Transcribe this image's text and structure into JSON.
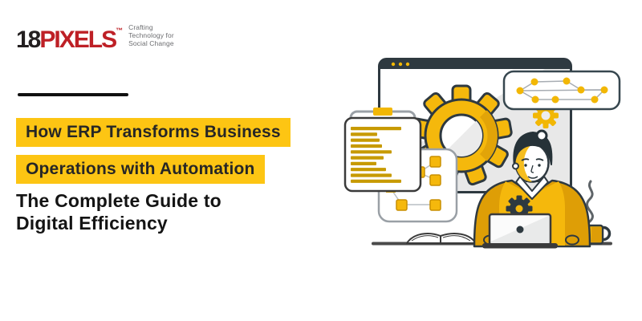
{
  "logo": {
    "prefix": "18",
    "suffix": "PIXELS",
    "trademark": "™",
    "tagline": [
      "Crafting",
      "Technology for",
      "Social Change"
    ]
  },
  "headline": {
    "line1": "How ERP Transforms Business",
    "line2": "Operations with Automation"
  },
  "subtitle": {
    "line1": "The Complete Guide to",
    "line2": "Digital Efficiency"
  },
  "colors": {
    "highlight_yellow": "#FDC513",
    "illustration_yellow": "#F5B80C",
    "amber_shade": "#DE9E06",
    "gold_code_lines": "#C79A00",
    "logo_red": "#BE2026",
    "ink_dark": "#1D1D1F",
    "outline_dark": "#2E3940",
    "tagline_gray": "#6D6E71"
  },
  "illustration": {
    "alt": "Developer at laptop surrounded by ERP automation elements",
    "elements": [
      "browser-window",
      "gear-icon",
      "small-gear-icon",
      "node-graph-bubble",
      "code-document",
      "flowchart-card",
      "developer",
      "laptop",
      "coffee-mug",
      "open-book",
      "desk"
    ]
  }
}
